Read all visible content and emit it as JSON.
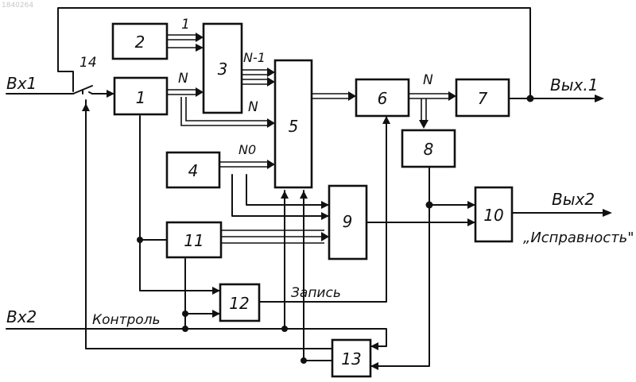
{
  "watermark": "1840264",
  "blocks": [
    {
      "id": "1",
      "label": "1"
    },
    {
      "id": "2",
      "label": "2"
    },
    {
      "id": "3",
      "label": "3"
    },
    {
      "id": "4",
      "label": "4"
    },
    {
      "id": "5",
      "label": "5"
    },
    {
      "id": "6",
      "label": "6"
    },
    {
      "id": "7",
      "label": "7"
    },
    {
      "id": "8",
      "label": "8"
    },
    {
      "id": "9",
      "label": "9"
    },
    {
      "id": "10",
      "label": "10"
    },
    {
      "id": "11",
      "label": "11"
    },
    {
      "id": "12",
      "label": "12"
    },
    {
      "id": "13",
      "label": "13"
    }
  ],
  "switch_label": "14",
  "inputs": {
    "in1": "Вх1",
    "in2": "Вх2"
  },
  "outputs": {
    "out1": "Вых.1",
    "out2": "Вых2",
    "out2_caption": "„Исправность\""
  },
  "signals": {
    "bus_from_2": "1",
    "bus_from_1": "N",
    "bus_from_3_top": "N-1",
    "bus_from_3_bottom": "N",
    "bus_from_4": "N0",
    "bus_from_6": "N",
    "control": "Контроль",
    "write": "Запись"
  }
}
